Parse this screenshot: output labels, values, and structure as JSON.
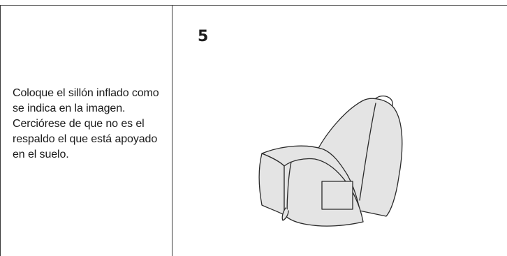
{
  "instruction": {
    "text": "Coloque el sillón inflado como se indica en la imagen. Cerciórese de que no es el respaldo el que está apoyado en el suelo."
  },
  "figure": {
    "step_number": "5",
    "illustration": "inflatable-armchair-drawing",
    "fill_color": "#e4e4e4",
    "stroke_color": "#2a2a2a"
  }
}
